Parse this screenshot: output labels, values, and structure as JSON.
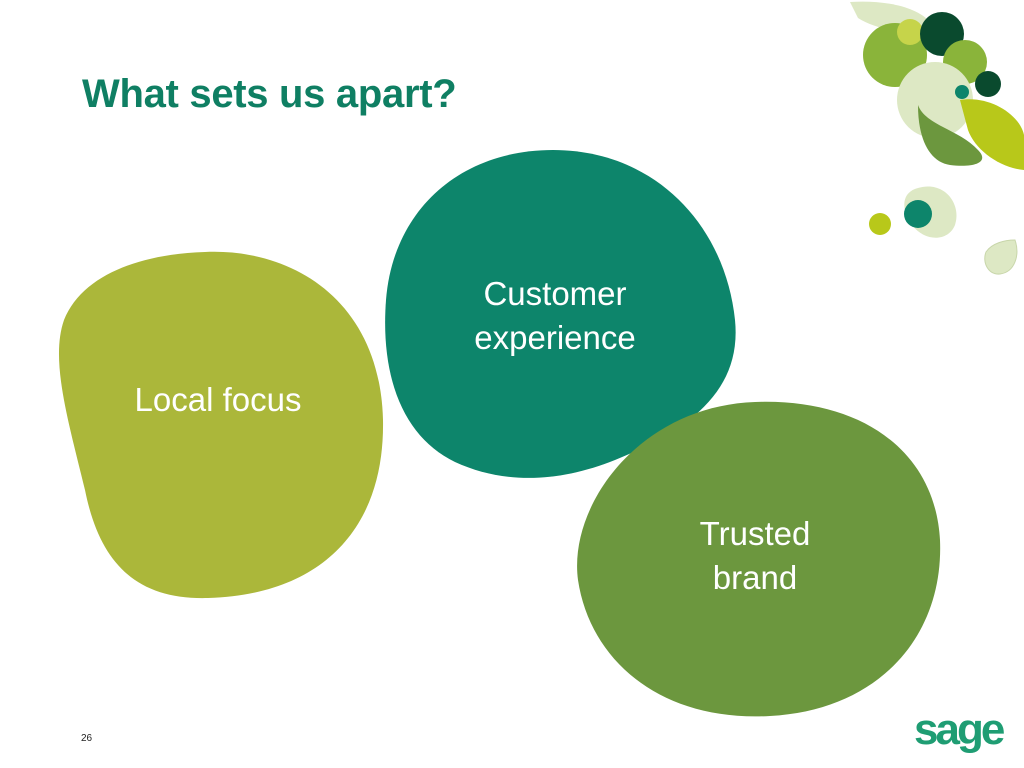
{
  "slide": {
    "title": "What sets us apart?",
    "page_number": "26",
    "logo_text": "sage"
  },
  "blobs": [
    {
      "id": "local-focus",
      "label": "Local focus",
      "color": "#abb73a"
    },
    {
      "id": "customer-experience",
      "label": "Customer\nexperience",
      "color": "#0d856b"
    },
    {
      "id": "trusted-brand",
      "label": "Trusted\nbrand",
      "color": "#6c973e"
    }
  ],
  "colors": {
    "title": "#0f7f63",
    "logo": "#1f9d73",
    "decor_dark": "#0a4a2e",
    "decor_lime": "#b8c81a",
    "decor_pale": "#dde8c4"
  },
  "icons": [
    "decorative-leaf-cluster-icon",
    "sage-logo"
  ]
}
